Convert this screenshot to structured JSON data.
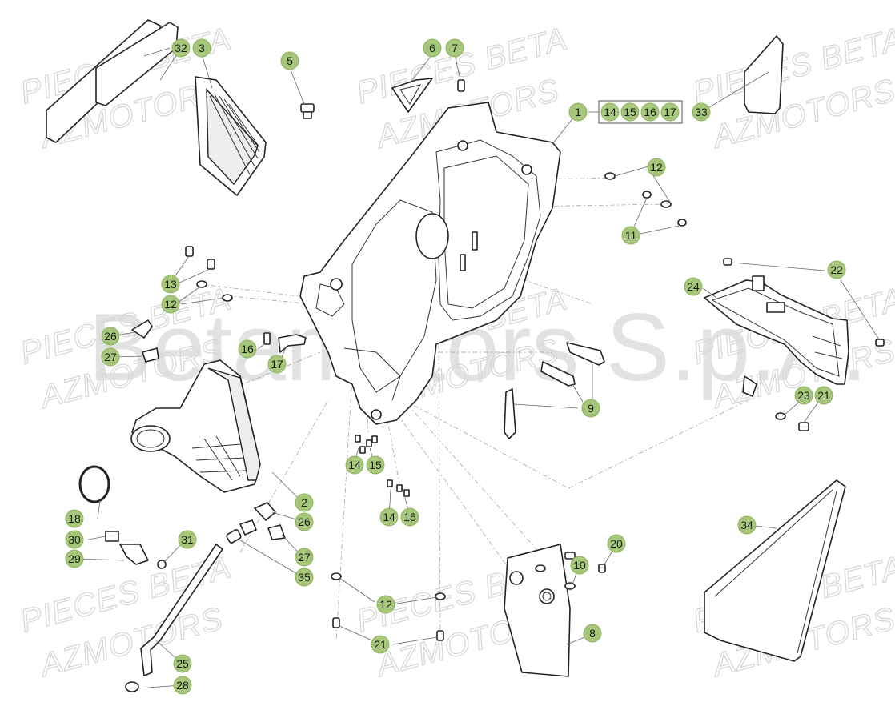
{
  "watermarks": {
    "line1": "PIECES BETA",
    "line2": "AZMOTORS",
    "brand": "Betamotors S.p.A."
  },
  "callouts": [
    "32",
    "3",
    "5",
    "6",
    "7",
    "1",
    "14",
    "15",
    "16",
    "17",
    "33",
    "12",
    "11",
    "13",
    "12",
    "22",
    "24",
    "26",
    "27",
    "16",
    "17",
    "9",
    "23",
    "21",
    "14",
    "15",
    "14",
    "15",
    "18",
    "2",
    "26",
    "30",
    "31",
    "29",
    "27",
    "35",
    "12",
    "21",
    "25",
    "28",
    "20",
    "10",
    "8",
    "34"
  ],
  "colors": {
    "badge_fill": "#a6c77a",
    "line": "#222222",
    "watermark": "#d6d6d6"
  }
}
